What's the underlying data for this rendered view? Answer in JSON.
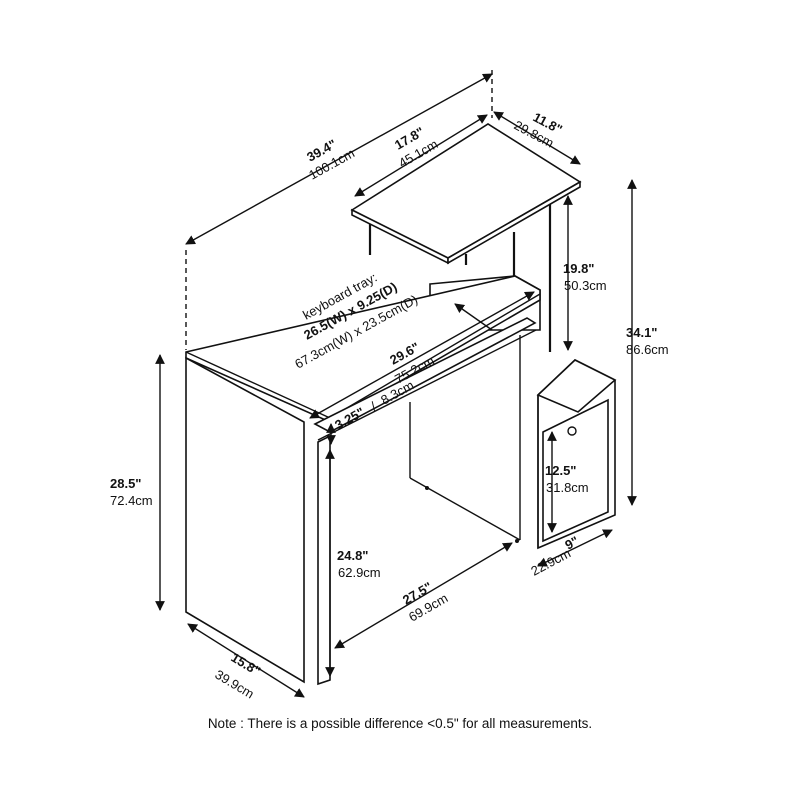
{
  "dimensions": {
    "overall_width": {
      "in": "39.4\"",
      "cm": "100.1cm"
    },
    "shelf_width": {
      "in": "17.8\"",
      "cm": "45.1cm"
    },
    "shelf_depth": {
      "in": "11.8\"",
      "cm": "29.8cm"
    },
    "shelf_clearance": {
      "in": "19.8\"",
      "cm": "50.3cm"
    },
    "overall_height": {
      "in": "34.1\"",
      "cm": "86.6cm"
    },
    "desk_height": {
      "in": "28.5\"",
      "cm": "72.4cm"
    },
    "desktop_width": {
      "in": "29.6\"",
      "cm": "75.2cm"
    },
    "tray_gap": {
      "in": "3.25\"",
      "cm": "8.3cm"
    },
    "cubby_height": {
      "in": "12.5\"",
      "cm": "31.8cm"
    },
    "cubby_width": {
      "in": "9\"",
      "cm": "22.9cm"
    },
    "leg_clearance": {
      "in": "24.8\"",
      "cm": "62.9cm"
    },
    "knee_width": {
      "in": "27.5\"",
      "cm": "69.9cm"
    },
    "desk_depth": {
      "in": "15.8\"",
      "cm": "39.9cm"
    }
  },
  "keyboard_tray": {
    "label": "keyboard tray:",
    "imperial": "26.5(W) x 9.25(D)",
    "metric": "67.3cm(W) x 23.5cm(D)"
  },
  "note": "Note : There is a possible difference <0.5\" for all measurements."
}
